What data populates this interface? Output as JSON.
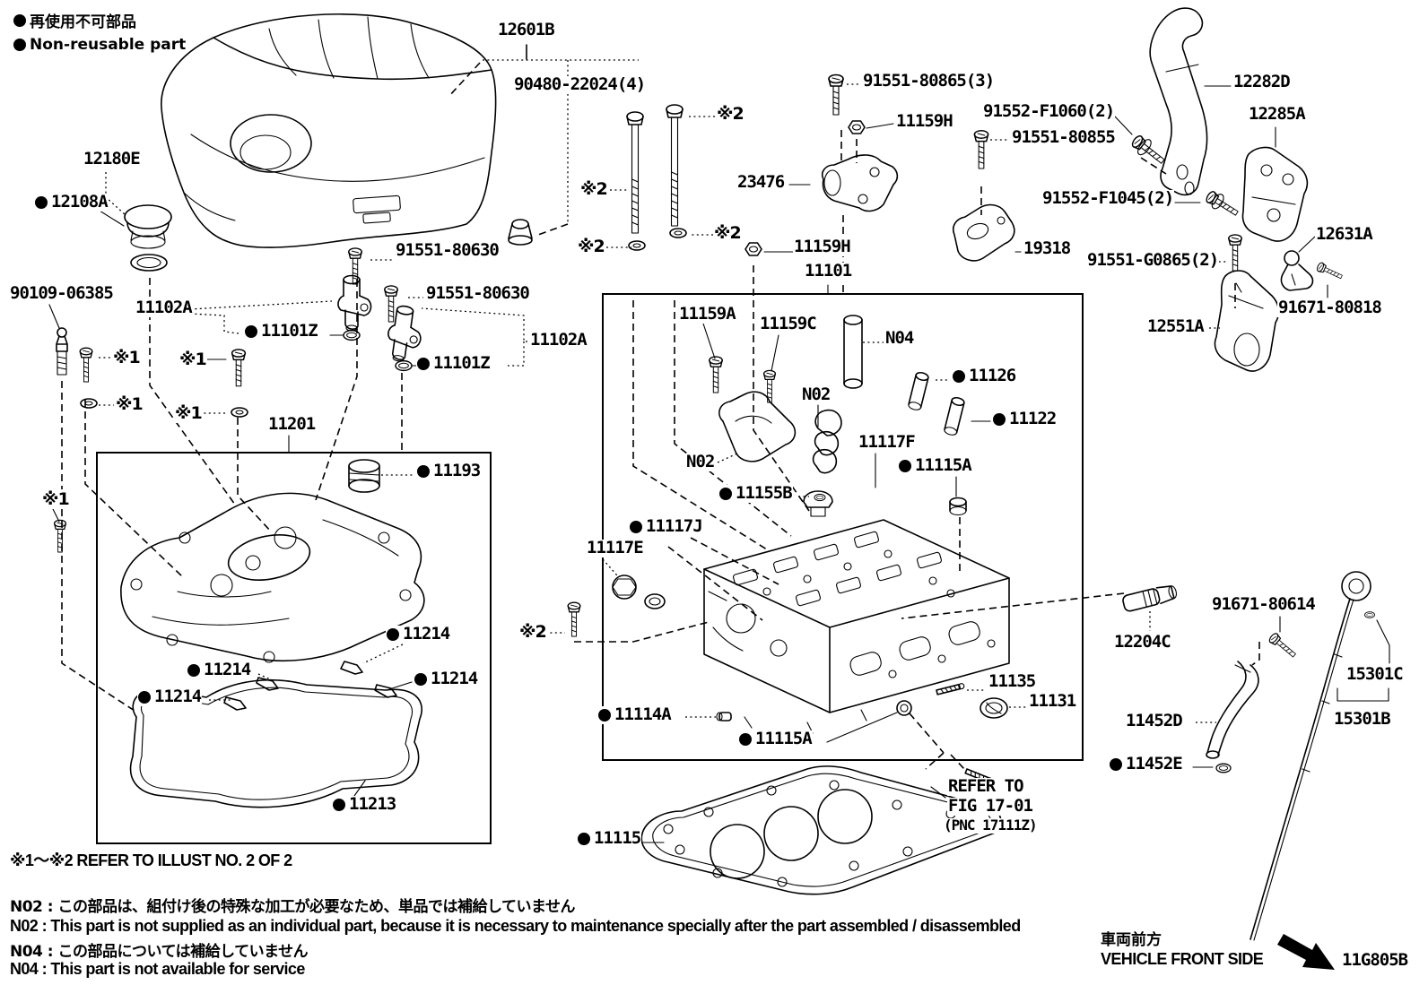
{
  "legend": {
    "jp": "再使用不可部品",
    "en": "Non-reusable part"
  },
  "parts": [
    {
      "num": "12601B",
      "bullet": false
    },
    {
      "num": "90480-22024(4)",
      "bullet": false
    },
    {
      "num": "12180E",
      "bullet": false
    },
    {
      "num": "12108A",
      "bullet": true
    },
    {
      "num": "90109-06385",
      "bullet": false
    },
    {
      "num": "11102A",
      "bullet": false
    },
    {
      "num": "11101Z",
      "bullet": true
    },
    {
      "num": "91551-80630",
      "bullet": false
    },
    {
      "num": "11201",
      "bullet": false
    },
    {
      "num": "11193",
      "bullet": true
    },
    {
      "num": "11214",
      "bullet": true
    },
    {
      "num": "11213",
      "bullet": true
    },
    {
      "num": "11115",
      "bullet": true
    },
    {
      "num": "91551-80865(3)",
      "bullet": false
    },
    {
      "num": "11159H",
      "bullet": false
    },
    {
      "num": "23476",
      "bullet": false
    },
    {
      "num": "11101",
      "bullet": false
    },
    {
      "num": "11159A",
      "bullet": false
    },
    {
      "num": "11159C",
      "bullet": false
    },
    {
      "num": "N04",
      "bullet": false
    },
    {
      "num": "N02",
      "bullet": false
    },
    {
      "num": "11126",
      "bullet": true
    },
    {
      "num": "11122",
      "bullet": true
    },
    {
      "num": "11117F",
      "bullet": false
    },
    {
      "num": "11115A",
      "bullet": true
    },
    {
      "num": "11155B",
      "bullet": true
    },
    {
      "num": "11117J",
      "bullet": true
    },
    {
      "num": "11117E",
      "bullet": false
    },
    {
      "num": "11114A",
      "bullet": true
    },
    {
      "num": "11135",
      "bullet": false
    },
    {
      "num": "11131",
      "bullet": false
    },
    {
      "num": "12282D",
      "bullet": false
    },
    {
      "num": "12285A",
      "bullet": false
    },
    {
      "num": "91552-F1060(2)",
      "bullet": false
    },
    {
      "num": "91551-80855",
      "bullet": false
    },
    {
      "num": "91552-F1045(2)",
      "bullet": false
    },
    {
      "num": "19318",
      "bullet": false
    },
    {
      "num": "91551-G0865(2)",
      "bullet": false
    },
    {
      "num": "12631A",
      "bullet": false
    },
    {
      "num": "91671-80818",
      "bullet": false
    },
    {
      "num": "12551A",
      "bullet": false
    },
    {
      "num": "12204C",
      "bullet": false
    },
    {
      "num": "91671-80614",
      "bullet": false
    },
    {
      "num": "15301C",
      "bullet": false
    },
    {
      "num": "15301B",
      "bullet": false
    },
    {
      "num": "11452D",
      "bullet": false
    },
    {
      "num": "11452E",
      "bullet": true
    }
  ],
  "markers": {
    "m1": "※1",
    "m2": "※2"
  },
  "refer_fig": {
    "line1": "REFER  TO",
    "line2": "FIG 17-01",
    "line3": "(PNC 17111Z)"
  },
  "footnotes": {
    "ref_illust": "※1～※2  REFER TO ILLUST NO. 2 OF 2",
    "n02_jp": "N02 : この部品は、組付け後の特殊な加工が必要なため、単品では補給していません",
    "n02_en": "N02 : This part is not supplied as an individual part, because it is necessary to maintenance specially after the part assembled / disassembled",
    "n04_jp": "N04 : この部品については補給していません",
    "n04_en": "N04 : This part is not available for service"
  },
  "footer": {
    "front_jp": "車両前方",
    "front_en": "VEHICLE FRONT SIDE",
    "fig_code": "11G805B"
  }
}
